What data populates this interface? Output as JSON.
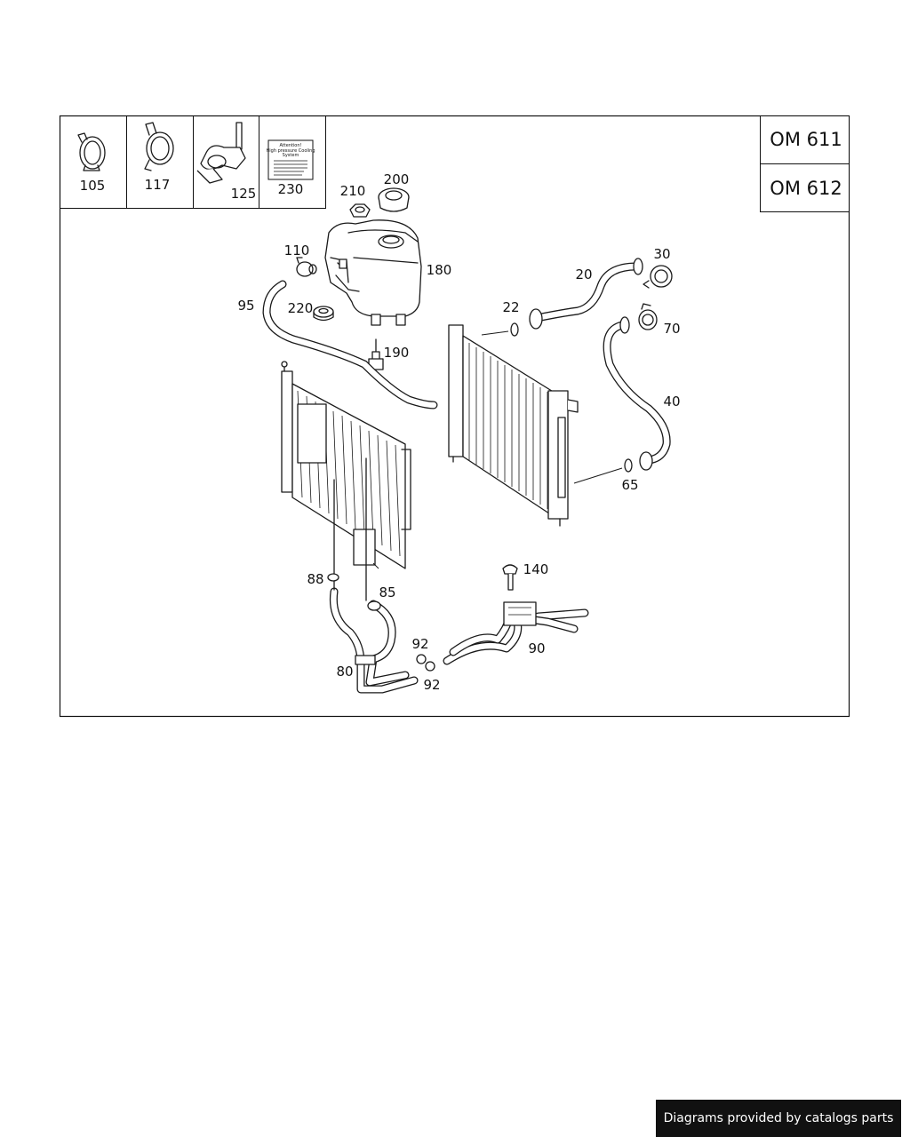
{
  "engine_variants": [
    "OM 611",
    "OM 612"
  ],
  "legend_parts": [
    "105",
    "117",
    "125",
    "230"
  ],
  "warning_label": {
    "title": "Attention!",
    "subtitle_lines": [
      "High pressure Cooling",
      "System"
    ]
  },
  "callouts": {
    "c20": "20",
    "c22": "22",
    "c30": "30",
    "c40": "40",
    "c65": "65",
    "c70": "70",
    "c80": "80",
    "c85": "85",
    "c88": "88",
    "c90": "90",
    "c92a": "92",
    "c92b": "92",
    "c95": "95",
    "c110": "110",
    "c140": "140",
    "c180": "180",
    "c190": "190",
    "c200": "200",
    "c210": "210",
    "c220": "220"
  },
  "footer_text": "Diagrams provided by catalogs parts"
}
